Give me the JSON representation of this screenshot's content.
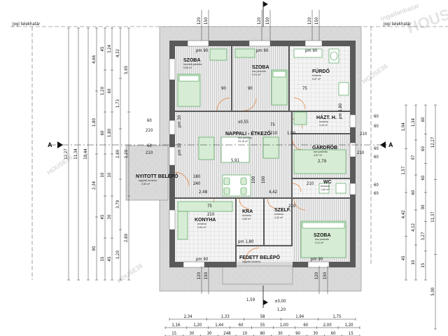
{
  "header": {
    "left_note": "Jogi telekhatár",
    "right_note": "Jogi telekhatár"
  },
  "watermark": {
    "brand": "HOUSE36",
    "portal": "ingatlanbazar"
  },
  "section_markers": {
    "left": "A",
    "right": "A"
  },
  "rooms": {
    "szoba1": {
      "name": "SZOBA",
      "floor": "laminált parketta",
      "area": "9,86 m²"
    },
    "szoba2": {
      "name": "SZOBA",
      "floor": "lam.parketta",
      "area": "9,70 m²"
    },
    "furdo": {
      "name": "FÜRDŐ",
      "floor": "kerámia",
      "area": "6,67 m²"
    },
    "hazt": {
      "name": "HÁZT. H.",
      "floor": "kerámia",
      "area": "3,49 m²"
    },
    "nappali": {
      "name": "NAPPALI - ÉTKEZŐ",
      "floor": "lam.parketta",
      "area": "29,16 m²"
    },
    "gardrob": {
      "name": "GARDRÓB",
      "floor": "lam.parketta",
      "area": "4,87 m²"
    },
    "nyitott": {
      "name": "NYITOTT BELÉPŐ",
      "floor": "fagyálló kerámia",
      "area": "2,80 m²"
    },
    "wc": {
      "name": "WC",
      "floor": "kerámia",
      "area": "1,85 m²"
    },
    "konyha": {
      "name": "KONYHA",
      "floor": "kerámia",
      "area": "9,90 m²"
    },
    "kra": {
      "name": "KRA",
      "floor": "kerámia",
      "area": "2,85 m²"
    },
    "szelf": {
      "name": "SZELF.",
      "floor": "kerámia",
      "area": "4,30 m²"
    },
    "szoba3": {
      "name": "SZOBA",
      "floor": "lam.parketta",
      "area": "9,12 m²"
    },
    "fedett": {
      "name": "FEDETT BELÉPŐ",
      "floor": "fagyálló kerámia",
      "area": ""
    }
  },
  "labels": {
    "pm90_a": "pm 90",
    "pm90_b": "pm 90",
    "pm90_c": "pm 90",
    "pm90_d": "pm 90",
    "pm90_e": "pm 90",
    "pm90_f": "pm 90",
    "pm180": "pm 1,80",
    "pm180b": "pm 1,80",
    "pm30": "pm 30",
    "pm30b": "pm 30",
    "door_75a": "75",
    "door_75b": "75",
    "door_75c": "75",
    "door_90a": "90",
    "door_90b": "90",
    "door_210a": "210",
    "door_210b": "210",
    "door_210c": "210",
    "door_210d": "210",
    "x055": "x0,55",
    "v591": "5,91",
    "v279": "2,79",
    "v180i": "1,80",
    "v442": "4,42",
    "v248": "2,48",
    "v240": "240",
    "v180w": "180",
    "v100": "100",
    "v100b": "100",
    "level": "±0,00",
    "dim_159": "1,59",
    "dim_120": "1,20",
    "win_60a": "60",
    "win_210a": "210",
    "win_60b": "60",
    "win_210b": "210",
    "win_60c": "60",
    "win_210c": "210",
    "win_60d": "60",
    "win_210d": "210",
    "win_60e": "60",
    "win_60f": "60",
    "win_60g": "60",
    "win_60h": "60"
  },
  "dims": {
    "top": [
      "120",
      "150",
      "120",
      "150",
      "120",
      "150"
    ],
    "bottom_v": [
      "120",
      "150",
      "120",
      "150"
    ],
    "bottom_row1": [
      "2,34",
      "1,33",
      "58",
      "1,94",
      "1,75"
    ],
    "bottom_row2": [
      "1,16",
      "1,20",
      "1,44",
      "60",
      "55",
      "1,00",
      "60",
      "2,00",
      "1,20"
    ],
    "bottom_row3": [
      "15",
      "30",
      "30",
      "248",
      "10",
      "80",
      "30",
      "90",
      "30",
      "60",
      "15"
    ],
    "left_col1": [
      "12,27"
    ],
    "left_col2": [
      "11,34"
    ],
    "left_col3": [
      "18,44"
    ],
    "left_col4": [
      "4,66",
      "1,80",
      "2,34",
      "90"
    ],
    "left_col5": [
      "45",
      "1,20",
      "60",
      "10",
      "45",
      "15"
    ],
    "left_col6": [
      "3,24",
      "60",
      "1,80",
      "10",
      "30",
      "45"
    ],
    "left_col7": [
      "4,32",
      "1,73",
      "2,89",
      "3,79",
      "1,20"
    ],
    "left_col8": [
      "5,95",
      "1,20",
      "2,89"
    ],
    "right_col1": [
      "1,94",
      "1,57",
      "4,42",
      "45"
    ],
    "right_col2": [
      "1,34",
      "97",
      "60",
      "4,12",
      "10"
    ],
    "right_col3": [
      "60",
      "60",
      "60",
      "90",
      "3,27",
      "15"
    ],
    "right_col4": [
      "12,27",
      "11,37",
      "5,00"
    ]
  }
}
